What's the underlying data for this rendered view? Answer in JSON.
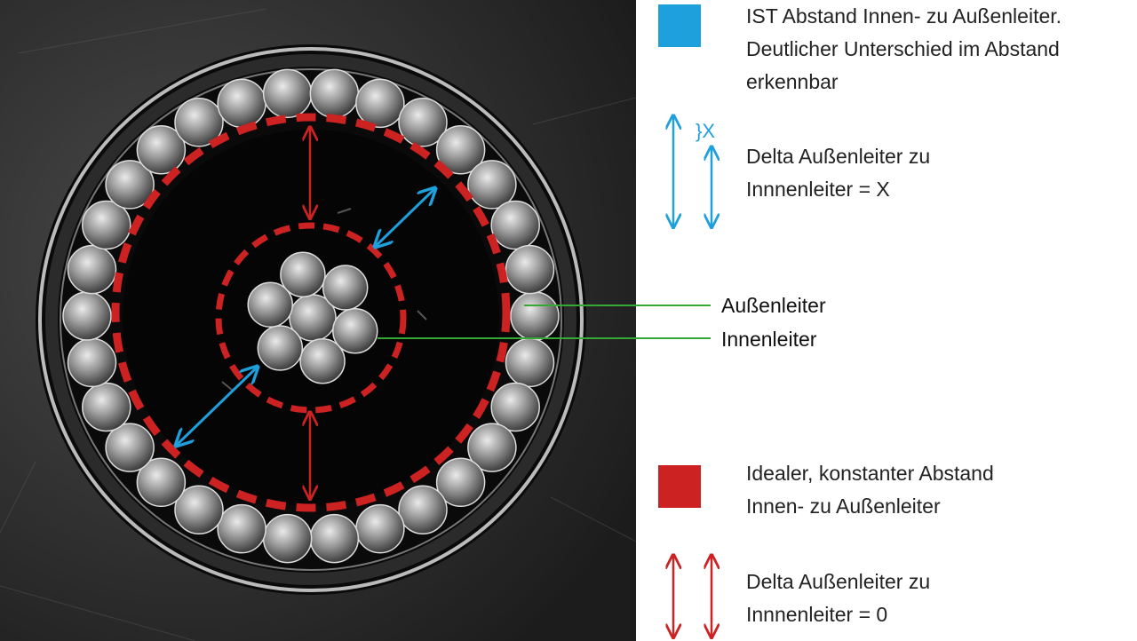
{
  "colors": {
    "blue": "#1ea0dc",
    "red": "#cc2222",
    "leader_line": "#35a835"
  },
  "legend": {
    "ist": {
      "text": "IST Abstand Innen- zu Außenleiter.\nDeutlicher Unterschied im Abstand\nerkennbar"
    },
    "delta_x": {
      "marker": "}X",
      "text": "Delta Außenleiter zu\nInnnenleiter = X"
    },
    "ideal": {
      "text": "Idealer, konstanter Abstand\nInnen- zu Außenleiter"
    },
    "delta_0": {
      "text": "Delta Außenleiter zu\nInnnenleiter = 0"
    }
  },
  "labels": {
    "aussenleiter": "Außenleiter",
    "innenleiter": "Innenleiter"
  }
}
